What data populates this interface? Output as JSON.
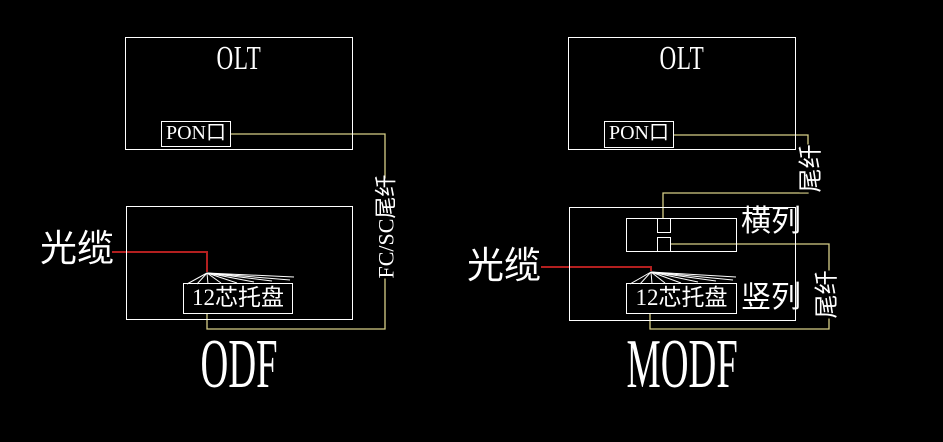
{
  "colors": {
    "background": "#000000",
    "line_white": "#ffffff",
    "fiber_yellow": "#d6ce87",
    "cable_red": "#b31f1f"
  },
  "left_diagram": {
    "title": "ODF",
    "olt_label": "OLT",
    "pon_label": "PON口",
    "cable_label": "光缆",
    "tray_label": "12芯托盘",
    "pigtail_label": "FC/SC尾纤"
  },
  "right_diagram": {
    "title": "MODF",
    "olt_label": "OLT",
    "pon_label": "PON口",
    "cable_label": "光缆",
    "tray_label": "12芯托盘",
    "pigtail_top_label": "尾纤",
    "pigtail_bottom_label": "尾纤",
    "row_label": "横列",
    "column_label": "竖列"
  }
}
